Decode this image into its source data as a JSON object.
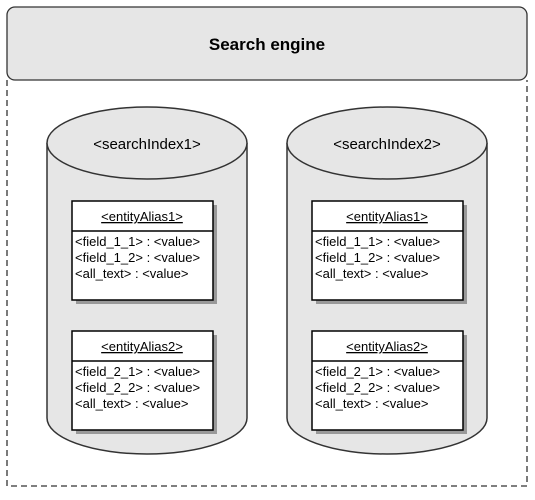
{
  "engine": {
    "title": "Search engine"
  },
  "indexes": [
    {
      "name": "<searchIndex1>",
      "entities": [
        {
          "alias": "<entityAlias1>",
          "fields": [
            "<field_1_1> : <value>",
            "<field_1_2> : <value>",
            "<all_text> : <value>"
          ]
        },
        {
          "alias": "<entityAlias2>",
          "fields": [
            "<field_2_1> : <value>",
            "<field_2_2> : <value>",
            "<all_text> : <value>"
          ]
        }
      ]
    },
    {
      "name": "<searchIndex2>",
      "entities": [
        {
          "alias": "<entityAlias1>",
          "fields": [
            "<field_1_1> : <value>",
            "<field_1_2> : <value>",
            "<all_text> : <value>"
          ]
        },
        {
          "alias": "<entityAlias2>",
          "fields": [
            "<field_2_1> : <value>",
            "<field_2_2> : <value>",
            "<all_text> : <value>"
          ]
        }
      ]
    }
  ],
  "colors": {
    "container_fill": "#e6e6e6",
    "container_stroke": "#333333",
    "cylinder_fill": "#e6e6e6",
    "entity_fill": "#ffffff",
    "shadow": "#999999"
  }
}
